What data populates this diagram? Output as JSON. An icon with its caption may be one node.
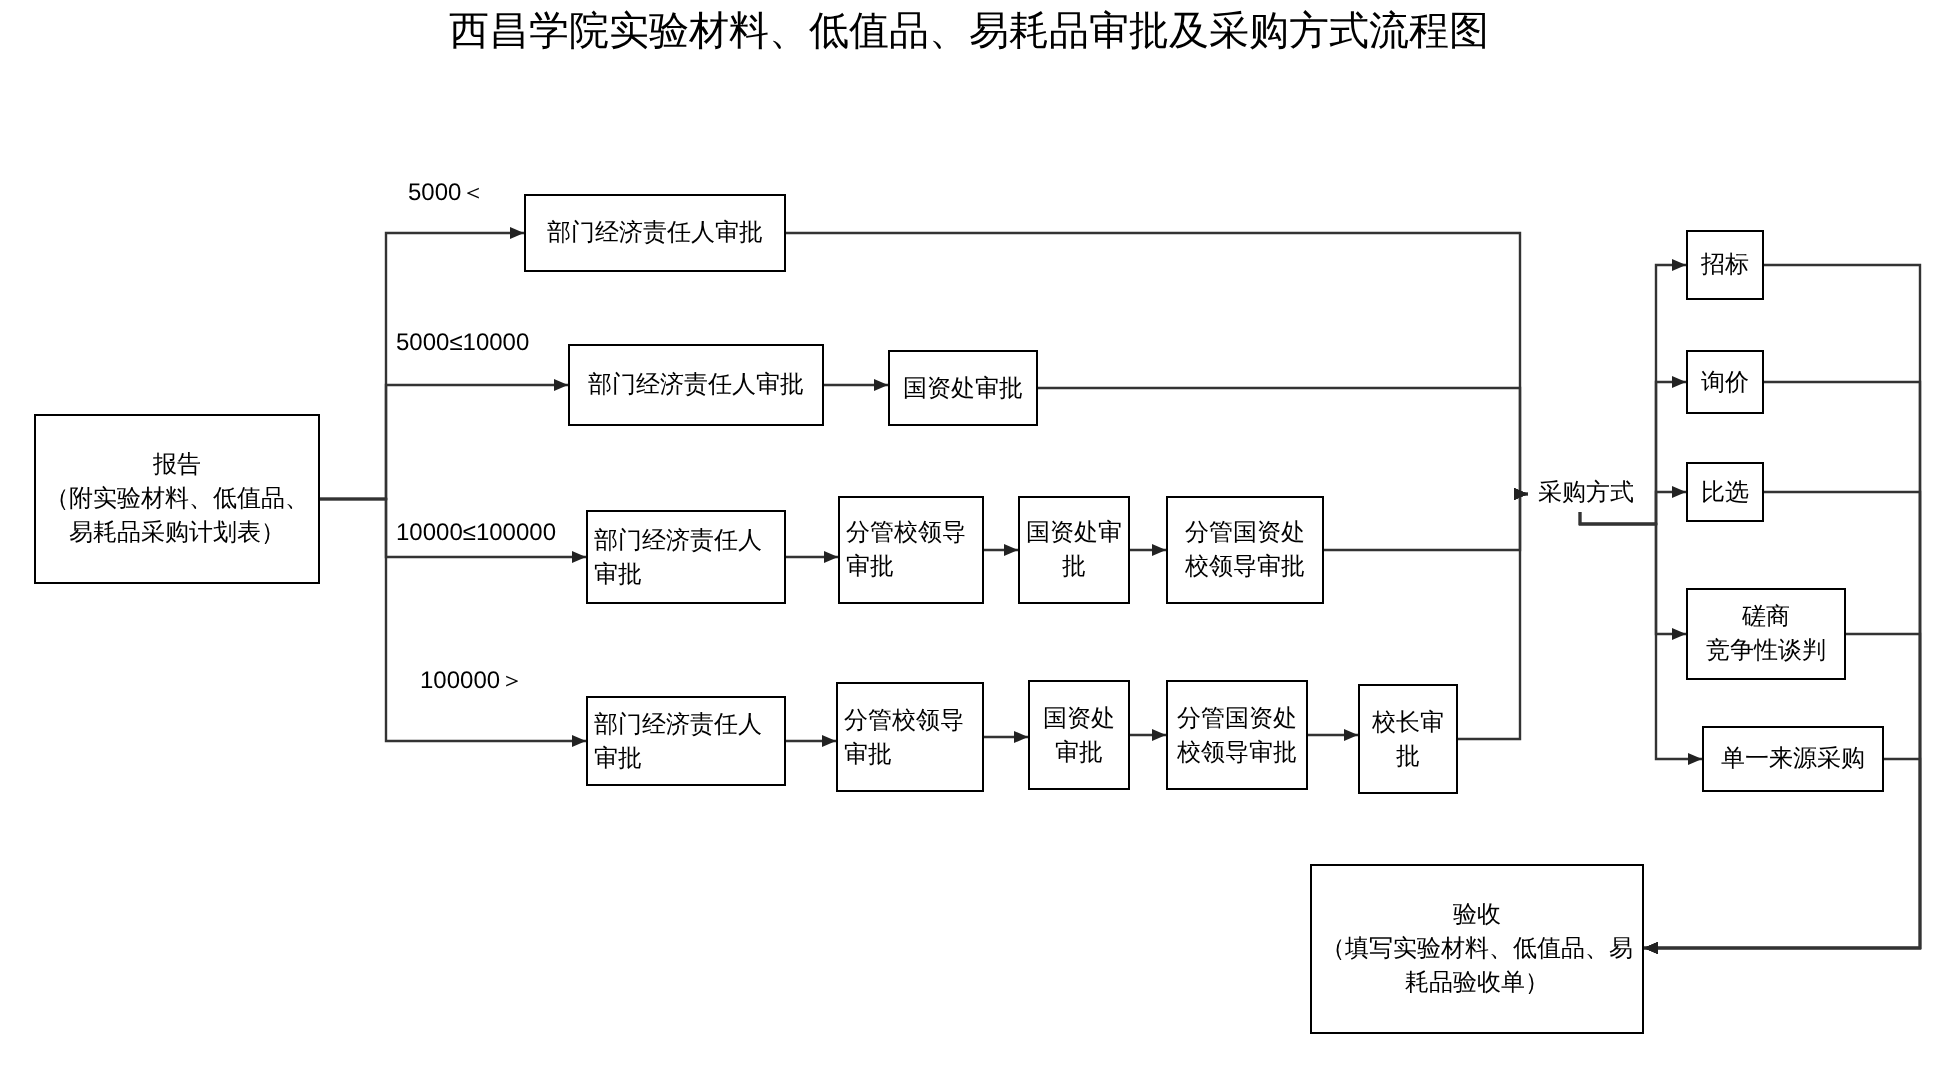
{
  "diagram": {
    "title": "西昌学院实验材料、低值品、易耗品审批及采购方式流程图",
    "nodes": [
      {
        "text": [
          "报告",
          "（附实验材料、低值品、易耗品采购计划表）"
        ]
      },
      {
        "text": [
          "部门经济责任人审批"
        ]
      },
      {
        "text": [
          "部门经济责任人审批"
        ]
      },
      {
        "text": [
          "国资处审批"
        ]
      },
      {
        "text": [
          "部门经济责任人审批"
        ]
      },
      {
        "text": [
          "分管校领导审批"
        ]
      },
      {
        "text": [
          "国资处审批"
        ]
      },
      {
        "text": [
          "分管国资处校领导审批"
        ]
      },
      {
        "text": [
          "部门经济责任人审批"
        ]
      },
      {
        "text": [
          "分管校领导审批"
        ]
      },
      {
        "text": [
          "国资处审批"
        ]
      },
      {
        "text": [
          "分管国资处校领导审批"
        ]
      },
      {
        "text": [
          "校长审批"
        ]
      },
      {
        "text": [
          "采购方式"
        ]
      },
      {
        "text": [
          "招标"
        ]
      },
      {
        "text": [
          "询价"
        ]
      },
      {
        "text": [
          "比选"
        ]
      },
      {
        "text": [
          "磋商",
          "竞争性谈判"
        ]
      },
      {
        "text": [
          "单一来源采购"
        ]
      },
      {
        "text": [
          "验收",
          "（填写实验材料、低值品、易耗品验收单）"
        ]
      }
    ],
    "edges": [
      {
        "from": 0,
        "to": 1,
        "arrow": "to",
        "label": "5000＜"
      },
      {
        "from": 0,
        "to": 2,
        "arrow": "to",
        "label": "5000≤10000"
      },
      {
        "from": 0,
        "to": 4,
        "arrow": "to",
        "label": "10000≤100000"
      },
      {
        "from": 0,
        "to": 8,
        "arrow": "to",
        "label": "100000＞"
      },
      {
        "from": 2,
        "to": 3,
        "arrow": "to"
      },
      {
        "from": 4,
        "to": 5,
        "arrow": "to"
      },
      {
        "from": 5,
        "to": 6,
        "arrow": "to"
      },
      {
        "from": 6,
        "to": 7,
        "arrow": "to"
      },
      {
        "from": 8,
        "to": 9,
        "arrow": "to"
      },
      {
        "from": 9,
        "to": 10,
        "arrow": "to"
      },
      {
        "from": 10,
        "to": 11,
        "arrow": "to"
      },
      {
        "from": 11,
        "to": 12,
        "arrow": "to"
      },
      {
        "from": 1,
        "to": 13,
        "arrow": "to"
      },
      {
        "from": 3,
        "to": 13,
        "arrow": "to"
      },
      {
        "from": 7,
        "to": 13,
        "arrow": "to"
      },
      {
        "from": 12,
        "to": 13,
        "arrow": "to"
      },
      {
        "from": 13,
        "to": 14,
        "arrow": "to"
      },
      {
        "from": 13,
        "to": 15,
        "arrow": "to"
      },
      {
        "from": 13,
        "to": 16,
        "arrow": "to"
      },
      {
        "from": 13,
        "to": 17,
        "arrow": "to"
      },
      {
        "from": 13,
        "to": 18,
        "arrow": "to"
      },
      {
        "from": 14,
        "to": 19,
        "arrow": "to"
      },
      {
        "from": 15,
        "to": 19,
        "arrow": "to"
      },
      {
        "from": 16,
        "to": 19,
        "arrow": "to"
      },
      {
        "from": 17,
        "to": 19,
        "arrow": "to"
      },
      {
        "from": 18,
        "to": 19,
        "arrow": "to"
      }
    ]
  }
}
